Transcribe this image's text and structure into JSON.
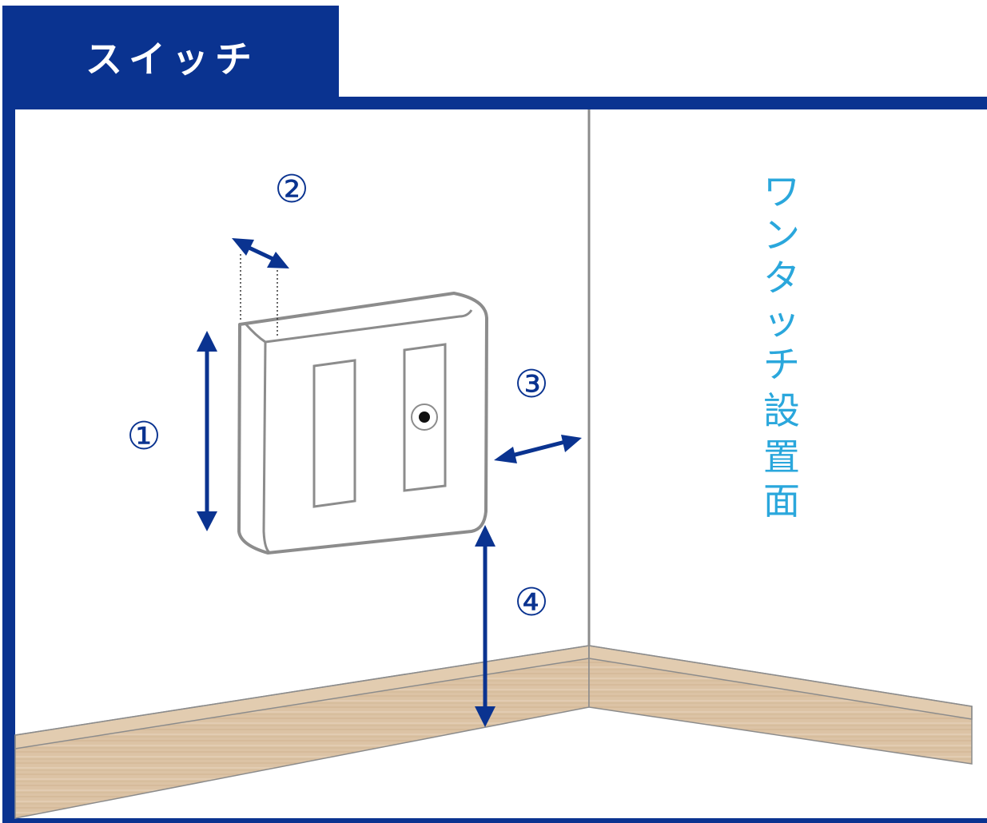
{
  "header": {
    "tag_label": "スイッチ"
  },
  "markers": {
    "height": "①",
    "depth": "②",
    "side_gap": "③",
    "floor_gap": "④"
  },
  "side_label": {
    "chars": [
      "ワ",
      "ン",
      "タ",
      "ッ",
      "チ",
      "設",
      "置",
      "面"
    ]
  },
  "colors": {
    "navy": "#0a3390",
    "label_cyan": "#2aa7dc",
    "wood": "#dcc3a5",
    "outline_gray": "#8c8c8c"
  }
}
